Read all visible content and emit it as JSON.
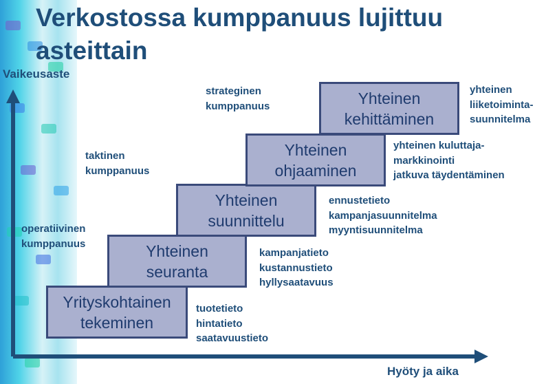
{
  "title": "Verkostossa kumppanuus lujittuu asteittain",
  "axes": {
    "y_label": "Vaikeusaste",
    "x_label": "Hyöty ja aika"
  },
  "levels": [
    {
      "partnership": "operatiivinen\nkumppanuus"
    },
    {
      "partnership": "taktinen\nkumppanuus"
    },
    {
      "partnership": "strateginen\nkumppanuus"
    }
  ],
  "steps": [
    {
      "label": "Yrityskohtainen\ntekeminen",
      "detail": "tuotetieto\nhintatieto\nsaatavuustieto"
    },
    {
      "label": "Yhteinen\nseuranta",
      "detail": "kampanjatieto\nkustannustieto\nhyllysaatavuus"
    },
    {
      "label": "Yhteinen\nsuunnittelu",
      "detail": "ennustetieto\nkampanjasuunnitelma\nmyyntisuunnitelma"
    },
    {
      "label": "Yhteinen\nohjaaminen",
      "detail": "yhteinen kuluttaja-\nmarkkinointi\njatkuva täydentäminen"
    },
    {
      "label": "Yhteinen\nkehittäminen",
      "detail": "yhteinen\nliiketoiminta-\nsuunnitelma"
    }
  ],
  "colors": {
    "box_fill": "#aab0cf",
    "box_border": "#3a4a7a",
    "text": "#1f4e79",
    "axis": "#1f4e79"
  }
}
